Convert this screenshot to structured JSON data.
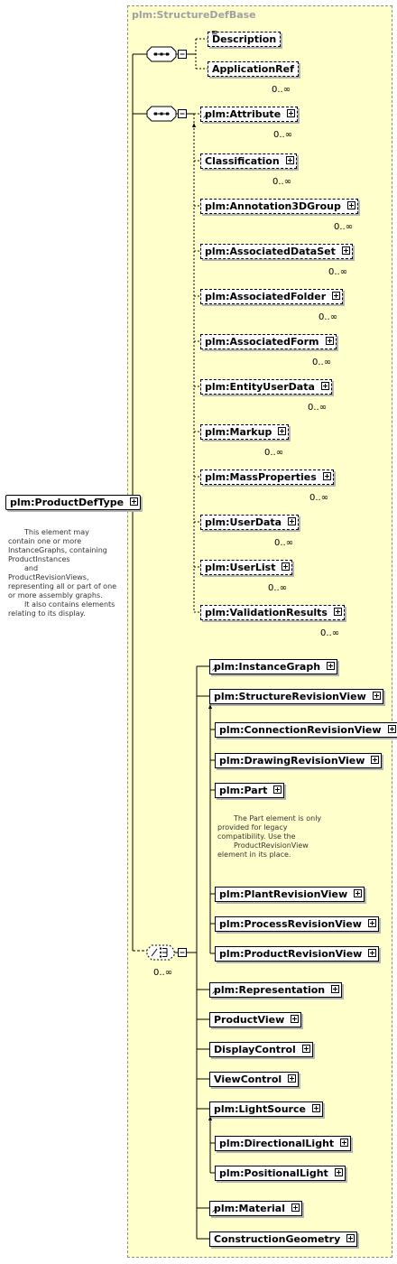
{
  "group": {
    "title": "plm:StructureDefBase"
  },
  "root": {
    "label": "plm:ProductDefType"
  },
  "root_note": {
    "lines": [
      "This element may",
      "contain one or more",
      "InstanceGraphs, containing",
      "ProductInstances",
      "and",
      "ProductRevisionViews,",
      "representing all or part of one",
      "or more assembly graphs.",
      "It also contains elements",
      "relating to its display."
    ]
  },
  "sequence1": {
    "items": [
      {
        "label": "Description"
      },
      {
        "label": "ApplicationRef"
      }
    ],
    "applicationref_card": "0..∞"
  },
  "sequence2": {
    "items": [
      {
        "label": "plm:Attribute",
        "card": "0..∞"
      },
      {
        "label": "Classification",
        "card": "0..∞"
      },
      {
        "label": "plm:Annotation3DGroup",
        "card": "0..∞"
      },
      {
        "label": "plm:AssociatedDataSet",
        "card": "0..∞"
      },
      {
        "label": "plm:AssociatedFolder",
        "card": "0..∞"
      },
      {
        "label": "plm:AssociatedForm",
        "card": "0..∞"
      },
      {
        "label": "plm:EntityUserData",
        "card": "0..∞"
      },
      {
        "label": "plm:Markup",
        "card": "0..∞"
      },
      {
        "label": "plm:MassProperties",
        "card": "0..∞"
      },
      {
        "label": "plm:UserData",
        "card": "0..∞"
      },
      {
        "label": "plm:UserList",
        "card": "0..∞"
      },
      {
        "label": "plm:ValidationResults",
        "card": "0..∞"
      }
    ]
  },
  "choice": {
    "card": "0..∞",
    "items": [
      {
        "label": "plm:InstanceGraph"
      },
      {
        "label": "plm:StructureRevisionView"
      },
      {
        "label": "plm:ConnectionRevisionView"
      },
      {
        "label": "plm:DrawingRevisionView"
      },
      {
        "label": "plm:Part"
      },
      {
        "label": "plm:PlantRevisionView"
      },
      {
        "label": "plm:ProcessRevisionView"
      },
      {
        "label": "plm:ProductRevisionView"
      },
      {
        "label": "plm:Representation"
      },
      {
        "label": "ProductView"
      },
      {
        "label": "DisplayControl"
      },
      {
        "label": "ViewControl"
      },
      {
        "label": "plm:LightSource"
      },
      {
        "label": "plm:DirectionalLight"
      },
      {
        "label": "plm:PositionalLight"
      },
      {
        "label": "plm:Material"
      },
      {
        "label": "ConstructionGeometry"
      }
    ],
    "part_note": {
      "lines": [
        "The Part element is only",
        "provided for legacy",
        "compatibility. Use the",
        "ProductRevisionView",
        "element in its place."
      ]
    }
  }
}
